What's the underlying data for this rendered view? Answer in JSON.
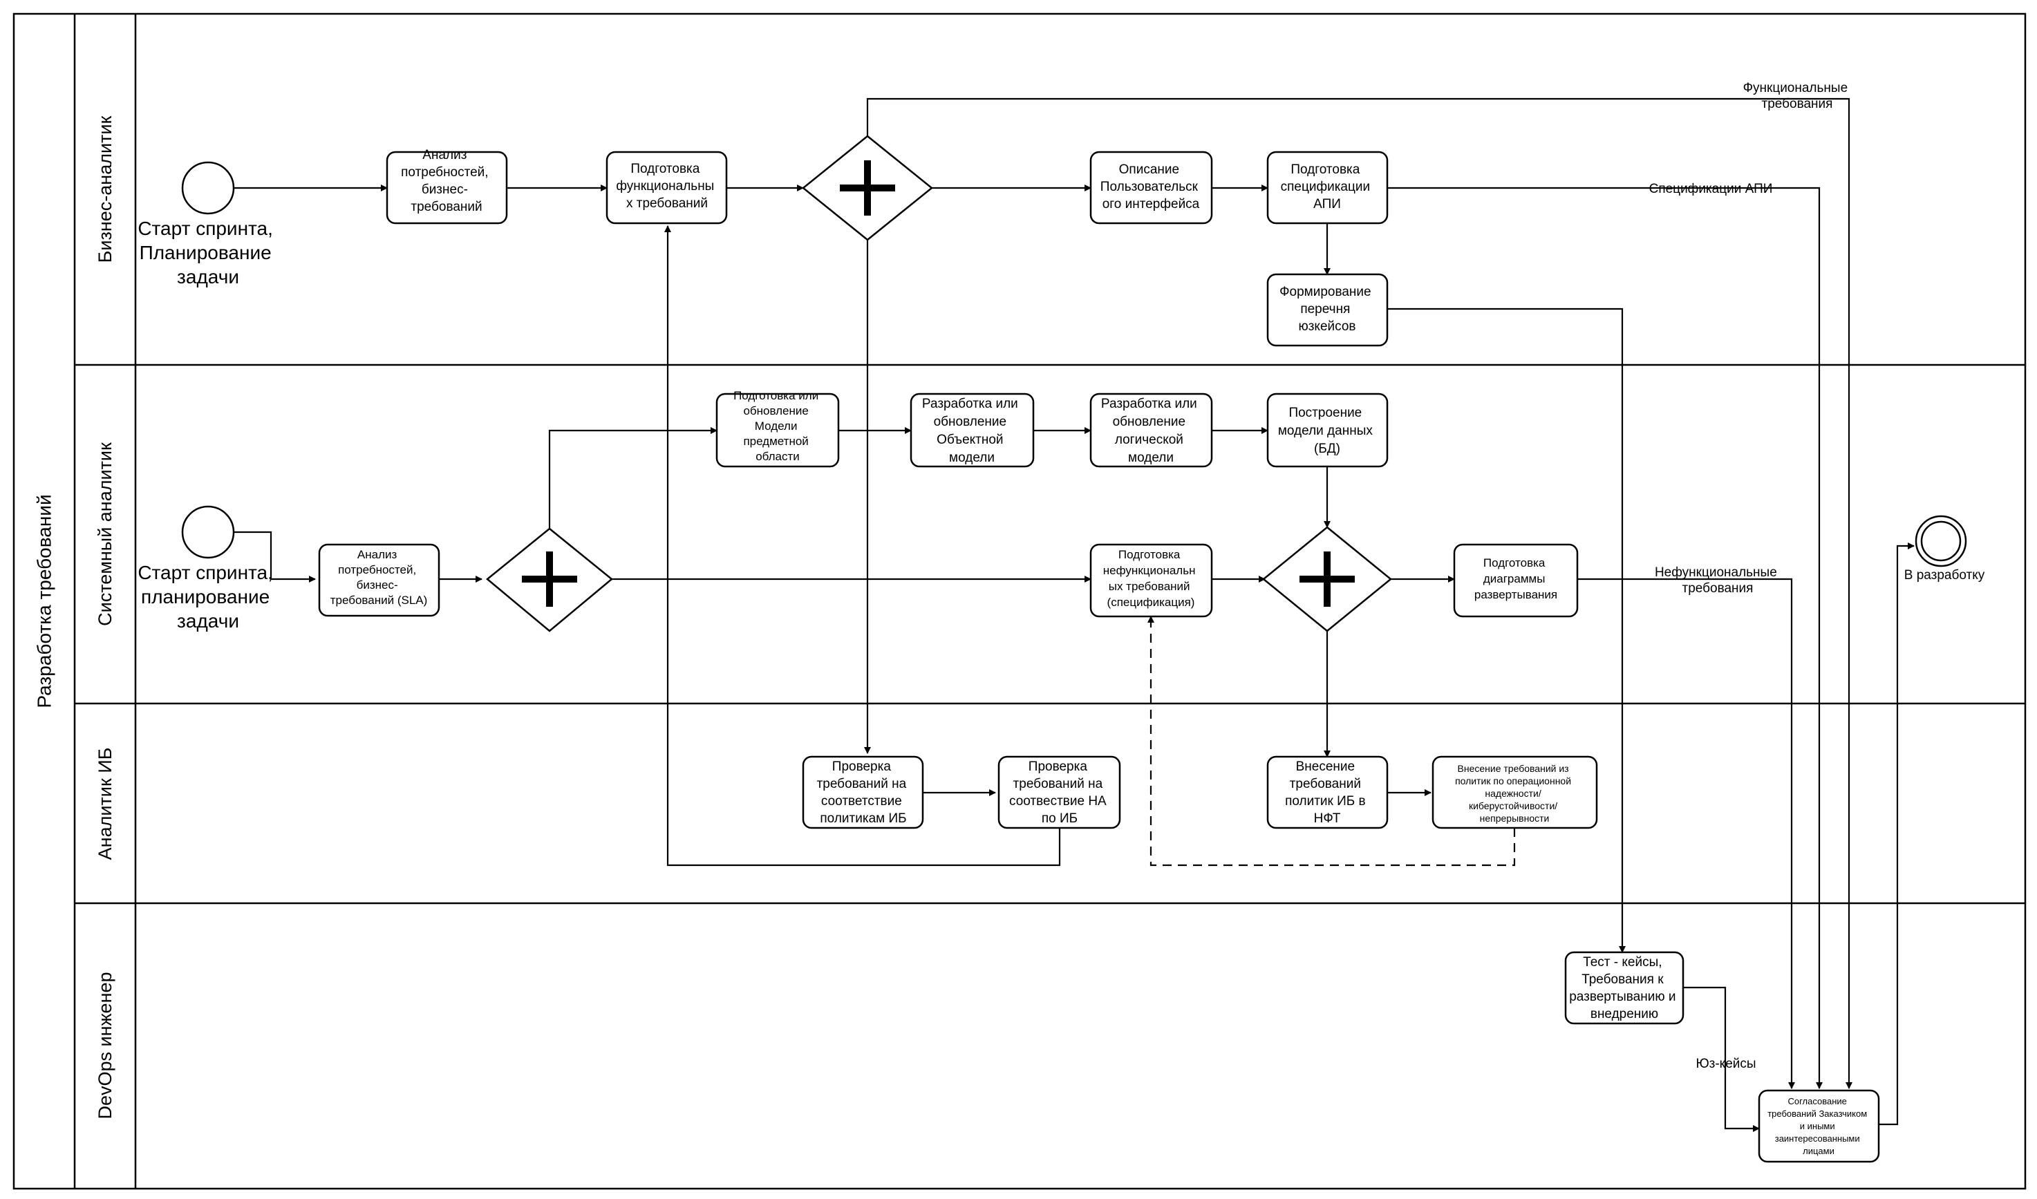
{
  "pool": {
    "label": "Разработка требований"
  },
  "lanes": [
    {
      "id": "ba",
      "label": "Бизнес-аналитик"
    },
    {
      "id": "sa",
      "label": "Системный аналитик"
    },
    {
      "id": "ib",
      "label": "Аналитик ИБ"
    },
    {
      "id": "devops",
      "label": "DevOps инженер"
    }
  ],
  "events": [
    {
      "id": "start-ba",
      "type": "start",
      "lines": [
        "Старт спринта,",
        "Планирование",
        "задачи"
      ]
    },
    {
      "id": "start-sa",
      "type": "start",
      "lines": [
        "Старт спринта,",
        "планирование",
        "задачи"
      ]
    },
    {
      "id": "end",
      "type": "end",
      "lines": [
        "В разработку"
      ]
    }
  ],
  "tasks": [
    {
      "id": "t-ba-analysis",
      "lines": [
        "Анализ",
        "потребностей,",
        "бизнес-",
        "требований"
      ]
    },
    {
      "id": "t-func-req",
      "lines": [
        "Подготовка",
        "функциональны",
        "х требований"
      ]
    },
    {
      "id": "t-ui",
      "lines": [
        "Описание",
        "Пользовательск",
        "ого интерфейса"
      ]
    },
    {
      "id": "t-api-spec",
      "lines": [
        "Подготовка",
        "спецификации",
        "АПИ"
      ]
    },
    {
      "id": "t-usecases",
      "lines": [
        "Формирование",
        "перечня",
        "юзкейсов"
      ]
    },
    {
      "id": "t-domain-model",
      "lines": [
        "Подготовка или",
        "обновление",
        "Модели",
        "предметной",
        "области"
      ]
    },
    {
      "id": "t-object-model",
      "lines": [
        "Разработка или",
        "обновление",
        "Объектной",
        "модели"
      ]
    },
    {
      "id": "t-logical-model",
      "lines": [
        "Разработка или",
        "обновление",
        "логической",
        "модели"
      ]
    },
    {
      "id": "t-data-model",
      "lines": [
        "Построение",
        "модели данных",
        "(БД)"
      ]
    },
    {
      "id": "t-sa-analysis",
      "lines": [
        "Анализ",
        "потребностей,",
        "бизнес-",
        "требований (SLA)"
      ]
    },
    {
      "id": "t-nfr",
      "lines": [
        "Подготовка",
        "нефункциональн",
        "ых требований",
        "(спецификация)"
      ]
    },
    {
      "id": "t-deploy-diagram",
      "lines": [
        "Подготовка",
        "диаграммы",
        "развертывания"
      ]
    },
    {
      "id": "t-ib-check-policy",
      "lines": [
        "Проверка",
        "требований на",
        "соответствие",
        "политикам ИБ"
      ]
    },
    {
      "id": "t-ib-check-na",
      "lines": [
        "Проверка",
        "требований на",
        "соотвествие НА",
        "по ИБ"
      ]
    },
    {
      "id": "t-ib-nfr",
      "lines": [
        "Внесение",
        "требований",
        "политик ИБ в",
        "НФТ"
      ]
    },
    {
      "id": "t-ib-policies",
      "lines": [
        "Внесение требований из",
        "политик по операционной",
        "надежности/",
        "киберустойчивости/",
        "непрерывности"
      ]
    },
    {
      "id": "t-testcases",
      "lines": [
        "Тест - кейсы,",
        "Требования к",
        "развертыванию и",
        "внедрению"
      ]
    },
    {
      "id": "t-approval",
      "lines": [
        "Согласование",
        "требований Заказчиком",
        "и иными",
        "заинтересованными",
        "лицами"
      ]
    }
  ],
  "flow_labels": [
    {
      "id": "fl-func",
      "lines": [
        "Функциональные",
        "требования"
      ]
    },
    {
      "id": "fl-api",
      "lines": [
        "Спецификации АПИ"
      ]
    },
    {
      "id": "fl-nfr",
      "lines": [
        "Нефункциональные",
        "требования"
      ]
    },
    {
      "id": "fl-uc",
      "lines": [
        "Юз-кейсы"
      ]
    }
  ]
}
